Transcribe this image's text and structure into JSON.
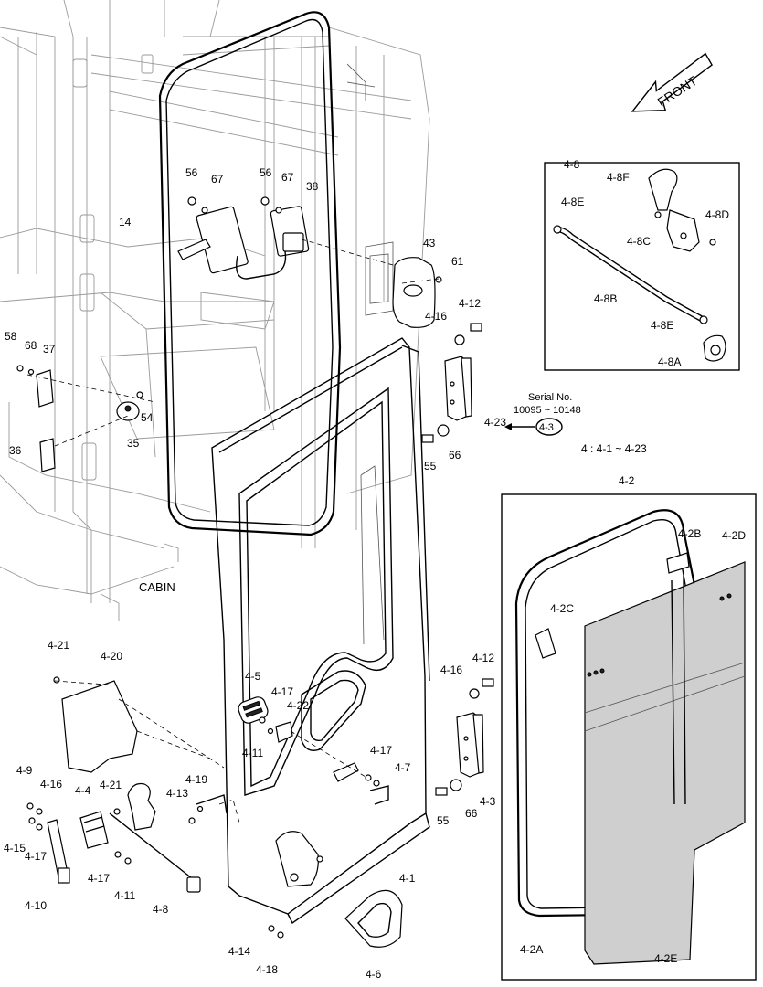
{
  "front_label": "FRONT",
  "cabin_label": "CABIN",
  "serial": {
    "line1": "Serial No.",
    "line2": "10095 ~ 10148",
    "ref": "4-3"
  },
  "range_note": "4 : 4-1 ~ 4-23",
  "callouts": [
    {
      "id": "c56a",
      "text": "56"
    },
    {
      "id": "c67a",
      "text": "67"
    },
    {
      "id": "c56b",
      "text": "56"
    },
    {
      "id": "c67b",
      "text": "67"
    },
    {
      "id": "c38",
      "text": "38"
    },
    {
      "id": "c14",
      "text": "14"
    },
    {
      "id": "c43",
      "text": "43"
    },
    {
      "id": "c61",
      "text": "61"
    },
    {
      "id": "c4-12a",
      "text": "4-12"
    },
    {
      "id": "c4-16a",
      "text": "4-16"
    },
    {
      "id": "c58",
      "text": "58"
    },
    {
      "id": "c68",
      "text": "68"
    },
    {
      "id": "c37",
      "text": "37"
    },
    {
      "id": "c54",
      "text": "54"
    },
    {
      "id": "c35",
      "text": "35"
    },
    {
      "id": "c36",
      "text": "36"
    },
    {
      "id": "c4-23",
      "text": "4-23"
    },
    {
      "id": "c55a",
      "text": "55"
    },
    {
      "id": "c66a",
      "text": "66"
    },
    {
      "id": "c4-8",
      "text": "4-8"
    },
    {
      "id": "c4-8F",
      "text": "4-8F"
    },
    {
      "id": "c4-8E",
      "text": "4-8E"
    },
    {
      "id": "c4-8D",
      "text": "4-8D"
    },
    {
      "id": "c4-8C",
      "text": "4-8C"
    },
    {
      "id": "c4-8B",
      "text": "4-8B"
    },
    {
      "id": "c4-8E2",
      "text": "4-8E"
    },
    {
      "id": "c4-8A",
      "text": "4-8A"
    },
    {
      "id": "c4-2",
      "text": "4-2"
    },
    {
      "id": "c4-2B",
      "text": "4-2B"
    },
    {
      "id": "c4-2D",
      "text": "4-2D"
    },
    {
      "id": "c4-2C",
      "text": "4-2C"
    },
    {
      "id": "c4-2A",
      "text": "4-2A"
    },
    {
      "id": "c4-2E",
      "text": "4-2E"
    },
    {
      "id": "c4-21a",
      "text": "4-21"
    },
    {
      "id": "c4-20",
      "text": "4-20"
    },
    {
      "id": "c4-5",
      "text": "4-5"
    },
    {
      "id": "c4-17a",
      "text": "4-17"
    },
    {
      "id": "c4-22",
      "text": "4-22"
    },
    {
      "id": "c4-11a",
      "text": "4-11"
    },
    {
      "id": "c4-12b",
      "text": "4-12"
    },
    {
      "id": "c4-16b",
      "text": "4-16"
    },
    {
      "id": "c4-17b",
      "text": "4-17"
    },
    {
      "id": "c4-7",
      "text": "4-7"
    },
    {
      "id": "c4-3",
      "text": "4-3"
    },
    {
      "id": "c55b",
      "text": "55"
    },
    {
      "id": "c66b",
      "text": "66"
    },
    {
      "id": "c4-9",
      "text": "4-9"
    },
    {
      "id": "c4-16c",
      "text": "4-16"
    },
    {
      "id": "c4-4",
      "text": "4-4"
    },
    {
      "id": "c4-21b",
      "text": "4-21"
    },
    {
      "id": "c4-19",
      "text": "4-19"
    },
    {
      "id": "c4-13",
      "text": "4-13"
    },
    {
      "id": "c4-15",
      "text": "4-15"
    },
    {
      "id": "c4-17c",
      "text": "4-17"
    },
    {
      "id": "c4-17d",
      "text": "4-17"
    },
    {
      "id": "c4-11b",
      "text": "4-11"
    },
    {
      "id": "c4-10",
      "text": "4-10"
    },
    {
      "id": "c4-8b",
      "text": "4-8"
    },
    {
      "id": "c4-1",
      "text": "4-1"
    },
    {
      "id": "c4-14",
      "text": "4-14"
    },
    {
      "id": "c4-18",
      "text": "4-18"
    },
    {
      "id": "c4-6",
      "text": "4-6"
    }
  ]
}
